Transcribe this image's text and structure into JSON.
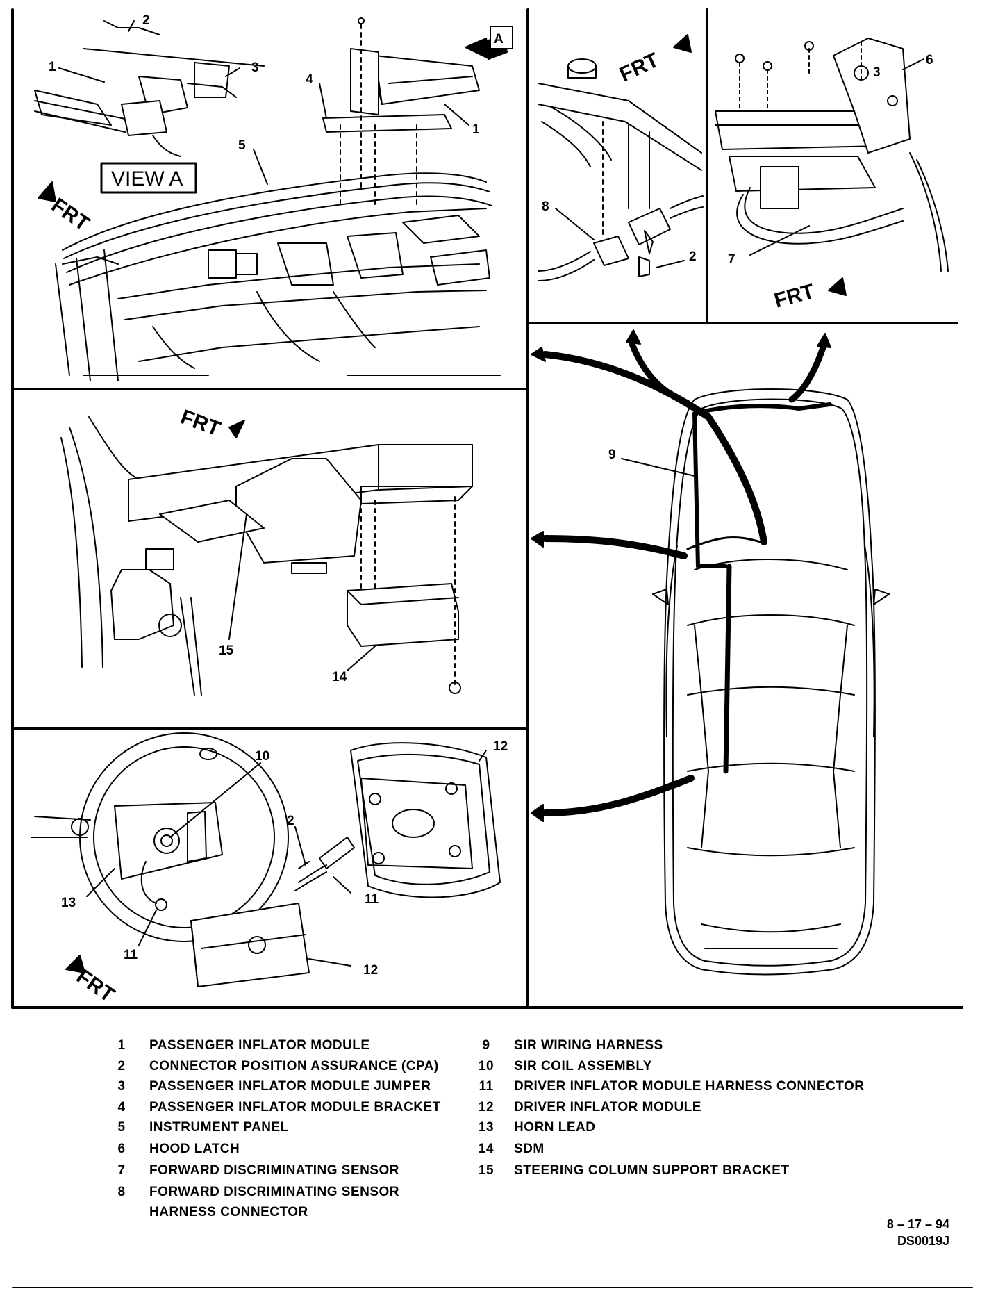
{
  "view_label": "VIEW A",
  "view_arrow_letter": "A",
  "front_marker": "FRT",
  "callouts": {
    "p1": [
      "2",
      "3",
      "1",
      "4",
      "1",
      "5"
    ],
    "p2": [
      "8",
      "2"
    ],
    "p3": [
      "6",
      "3",
      "7"
    ],
    "p4": [
      "15",
      "14"
    ],
    "p5": [
      "10",
      "12",
      "2",
      "13",
      "11",
      "11",
      "12"
    ],
    "p6": [
      "9"
    ]
  },
  "legend_left": [
    {
      "num": "1",
      "text": "PASSENGER INFLATOR MODULE"
    },
    {
      "num": "2",
      "text": "CONNECTOR POSITION ASSURANCE (CPA)"
    },
    {
      "num": "3",
      "text": "PASSENGER INFLATOR MODULE JUMPER"
    },
    {
      "num": "4",
      "text": "PASSENGER INFLATOR MODULE BRACKET"
    },
    {
      "num": "5",
      "text": "INSTRUMENT PANEL"
    },
    {
      "num": "6",
      "text": "HOOD LATCH"
    },
    {
      "num": "7",
      "text": "FORWARD DISCRIMINATING SENSOR"
    },
    {
      "num": "8",
      "text": "FORWARD DISCRIMINATING SENSOR",
      "text2": "HARNESS CONNECTOR"
    }
  ],
  "legend_right": [
    {
      "num": "9",
      "text": "SIR WIRING HARNESS"
    },
    {
      "num": "10",
      "text": "SIR COIL ASSEMBLY"
    },
    {
      "num": "11",
      "text": "DRIVER INFLATOR MODULE HARNESS CONNECTOR"
    },
    {
      "num": "12",
      "text": "DRIVER INFLATOR MODULE"
    },
    {
      "num": "13",
      "text": "HORN LEAD"
    },
    {
      "num": "14",
      "text": "SDM"
    },
    {
      "num": "15",
      "text": "STEERING COLUMN SUPPORT BRACKET"
    }
  ],
  "date_code": "8 – 17 – 94",
  "drawing_code": "DS0019J"
}
